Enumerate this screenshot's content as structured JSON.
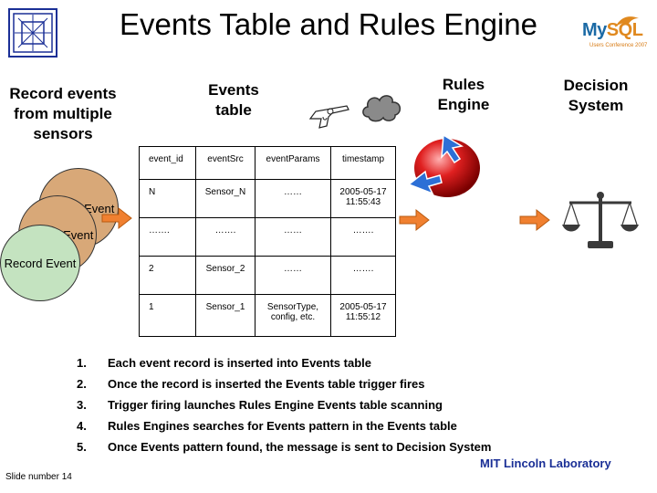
{
  "slide_title": "Events Table and Rules Engine",
  "labels": {
    "record_events": "Record events from multiple sensors",
    "events_table": "Events table",
    "rules_engine": "Rules Engine",
    "decision_system": "Decision System"
  },
  "record_ovals": [
    "Record Event",
    "Record Event",
    "Record Event"
  ],
  "mysql_logo": {
    "name_left": "My",
    "name_right": "SQL",
    "subtitle": "Users Conference 2007"
  },
  "events_table": {
    "headers": [
      "event_id",
      "eventSrc",
      "eventParams",
      "timestamp"
    ],
    "rows": [
      [
        "N",
        "Sensor_N",
        "……",
        "2005-05-17 11:55:43"
      ],
      [
        "…….",
        "…….",
        "……",
        "……."
      ],
      [
        "2",
        "Sensor_2",
        "……",
        "……."
      ],
      [
        "1",
        "Sensor_1",
        "SensorType, config, etc.",
        "2005-05-17 11:55:12"
      ]
    ]
  },
  "steps": [
    {
      "num": "1.",
      "text": "Each event record is inserted into Events table"
    },
    {
      "num": "2.",
      "text": "Once the record is inserted the Events table trigger fires"
    },
    {
      "num": "3.",
      "text": "Trigger firing launches Rules Engine Events table scanning"
    },
    {
      "num": "4.",
      "text": "Rules Engines searches for Events pattern in the Events table"
    },
    {
      "num": "5.",
      "text": "Once Events pattern found, the message is sent to Decision System"
    }
  ],
  "footer": {
    "slide_number": "Slide number 14",
    "lab": "MIT Lincoln Laboratory"
  },
  "colors": {
    "arrow": "#f08030",
    "engine_red": "#d81818",
    "engine_arrow": "#2c6fd6",
    "lab_text": "#1a2f96"
  }
}
